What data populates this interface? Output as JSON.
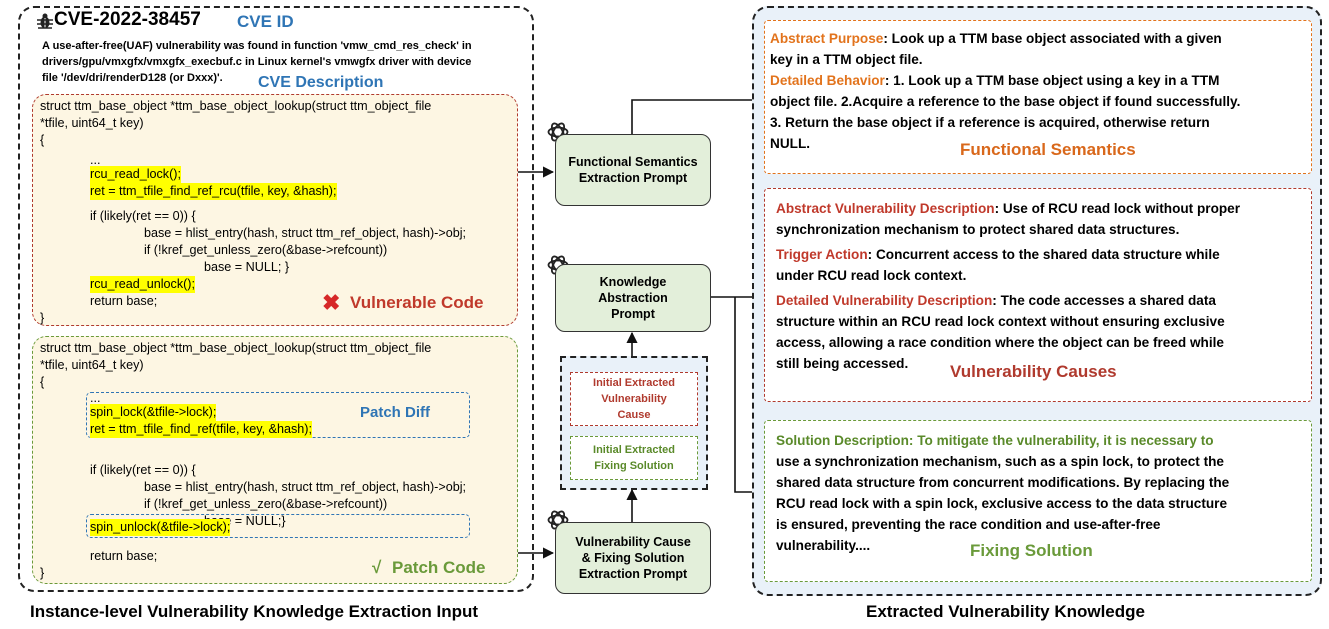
{
  "cve": {
    "id": "CVE-2022-38457",
    "id_label": "CVE ID",
    "description": [
      "A use-after-free(UAF) vulnerability was found in function 'vmw_cmd_res_check' in",
      "drivers/gpu/vmxgfx/vmxgfx_execbuf.c in Linux kernel's vmwgfx driver with device",
      "file '/dev/dri/renderD128 (or Dxxx)'."
    ],
    "description_label": "CVE Description"
  },
  "vulnerable_code": {
    "lines": [
      "struct ttm_base_object *ttm_base_object_lookup(struct ttm_object_file",
      "*tfile, uint64_t key)",
      "{",
      "...",
      "rcu_read_lock();",
      "ret = ttm_tfile_find_ref_rcu(tfile, key, &hash);",
      "if (likely(ret == 0)) {",
      "base = hlist_entry(hash, struct ttm_ref_object, hash)->obj;",
      "if (!kref_get_unless_zero(&base->refcount))",
      "base = NULL; }",
      "rcu_read_unlock();",
      "return base;",
      "}"
    ],
    "label": "Vulnerable Code",
    "mark": "✖"
  },
  "patch_code": {
    "lines": [
      "struct ttm_base_object *ttm_base_object_lookup(struct ttm_object_file",
      "*tfile, uint64_t key)",
      "{",
      "...",
      "spin_lock(&tfile->lock);",
      "ret = ttm_tfile_find_ref(tfile, key, &hash);",
      "if (likely(ret == 0)) {",
      "base = hlist_entry(hash, struct ttm_ref_object, hash)->obj;",
      "if (!kref_get_unless_zero(&base->refcount))",
      "base = NULL;}",
      "spin_unlock(&tfile->lock);",
      "return base;",
      "}"
    ],
    "diff_label": "Patch Diff",
    "label": "Patch Code",
    "mark": "√"
  },
  "input_caption": "Instance-level Vulnerability Knowledge Extraction Input",
  "prompts": {
    "functional": [
      "Functional Semantics",
      "Extraction Prompt"
    ],
    "abstraction": [
      "Knowledge",
      "Abstraction",
      "Prompt"
    ],
    "cause_fix": [
      "Vulnerability Cause",
      "& Fixing Solution",
      "Extraction Prompt"
    ]
  },
  "initial": {
    "cause": [
      "Initial Extracted",
      "Vulnerability",
      "Cause"
    ],
    "fix": [
      "Initial Extracted",
      "Fixing Solution"
    ]
  },
  "knowledge": {
    "functional": {
      "purpose_label": "Abstract Purpose",
      "purpose_text": ": Look up a TTM base object associated with a given",
      "purpose_text2": "key in a TTM object file.",
      "behavior_label": "Detailed Behavior",
      "behavior_text": ": 1. Look up a TTM base object using a key in a TTM",
      "behavior_lines": [
        "object file. 2.Acquire a reference to the base object if found successfully.",
        "3. Return the base object if a reference is acquired, otherwise return",
        "NULL."
      ],
      "title": "Functional Semantics"
    },
    "causes": {
      "abstract_label": "Abstract Vulnerability Description",
      "abstract_text": ": Use of RCU read lock without proper",
      "abstract_text2": "synchronization mechanism to protect shared data structures.",
      "trigger_label": "Trigger Action",
      "trigger_text": ": Concurrent access to the shared data structure while",
      "trigger_text2": "under RCU read lock context.",
      "detailed_label": "Detailed Vulnerability Description",
      "detailed_text": ": The code accesses a shared data",
      "detailed_lines": [
        "structure within an RCU read lock context without ensuring exclusive",
        "access, allowing a race condition where the object can be freed while",
        "still being accessed."
      ],
      "title": "Vulnerability Causes"
    },
    "fixing": {
      "solution_label": "Solution Description:",
      "solution_text": " To mitigate the vulnerability, it is necessary to",
      "solution_lines": [
        "use a synchronization mechanism, such as a spin lock, to protect the",
        "shared data structure from concurrent modifications. By replacing the",
        "RCU read lock with a spin lock, exclusive access to the data structure",
        "is ensured, preventing the race condition and use-after-free",
        "vulnerability...."
      ],
      "title": "Fixing Solution"
    }
  },
  "output_caption": "Extracted Vulnerability Knowledge",
  "colors": {
    "red": "#b03a2e",
    "orange": "#e2731c",
    "green": "#5a8a2a",
    "blue": "#2f75b5",
    "prompt_fill": "#e3efda",
    "code_fill": "#fdf6e3",
    "knowledge_fill": "#e9f1f9"
  }
}
